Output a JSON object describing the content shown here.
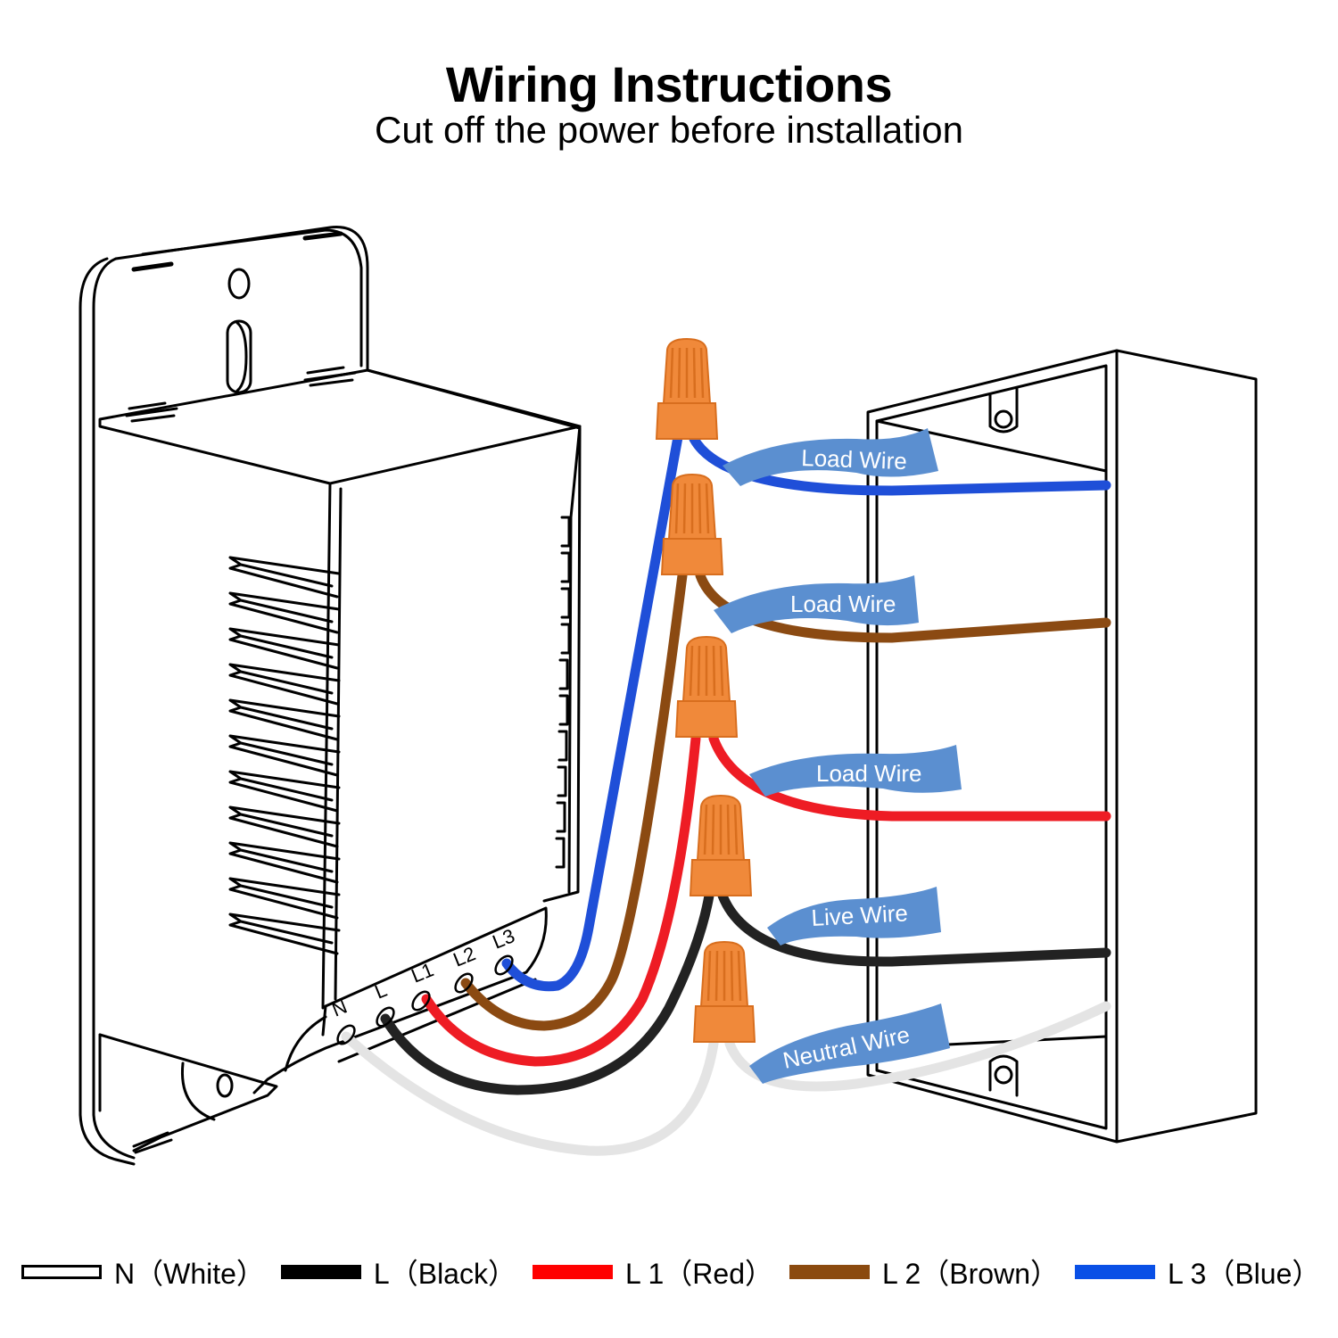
{
  "header": {
    "title": "Wiring Instructions",
    "subtitle": "Cut off the power before installation"
  },
  "terminals": [
    "N",
    "L",
    "L1",
    "L2",
    "L3"
  ],
  "wire_labels": [
    {
      "text": "Load Wire",
      "wire": "L3"
    },
    {
      "text": "Load Wire",
      "wire": "L2"
    },
    {
      "text": "Load Wire",
      "wire": "L1"
    },
    {
      "text": "Live Wire",
      "wire": "L"
    },
    {
      "text": "Neutral Wire",
      "wire": "N"
    }
  ],
  "legend": [
    {
      "code": "N",
      "name": "White",
      "label": "N（White）",
      "color": "#ffffff",
      "border": "#000000"
    },
    {
      "code": "L",
      "name": "Black",
      "label": "L（Black）",
      "color": "#000000"
    },
    {
      "code": "L 1",
      "name": "Red",
      "label": "L 1（Red）",
      "color": "#ff0000"
    },
    {
      "code": "L 2",
      "name": "Brown",
      "label": "L 2（Brown）",
      "color": "#8b4a0f"
    },
    {
      "code": "L 3",
      "name": "Blue",
      "label": "L 3（Blue）",
      "color": "#0a50e6"
    }
  ],
  "colors": {
    "connector": "#f0893a",
    "connector_dark": "#d86e1e",
    "banner": "#5b8fd0",
    "wire_white": "#e8e8e8",
    "wire_black": "#222222",
    "wire_red": "#ee1c24",
    "wire_brown": "#8b4a12",
    "wire_blue": "#1f4fd8"
  }
}
